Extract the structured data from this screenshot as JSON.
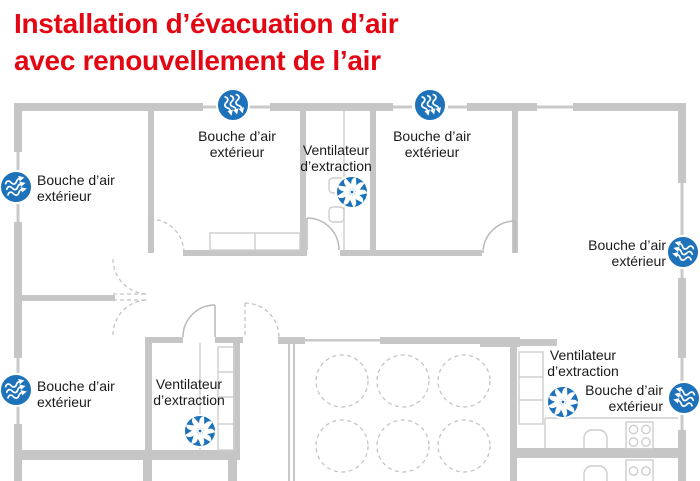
{
  "title": {
    "line1": "Installation d’évacuation d’air",
    "line2": "avec renouvellement de l’air"
  },
  "colors": {
    "title_red": "#e30613",
    "icon_blue": "#1d72ba",
    "wall_gray": "#c6c6c6",
    "label_text": "#1a1a1a"
  },
  "icons": {
    "air_inlet": "air-inlet-icon: blue circle, three white wavy lines with arrow tips (fresh-air inlet)",
    "extraction_fan": "extraction-fan-icon: blue circle with white impeller blades"
  },
  "annotations": {
    "inlet_top_left": {
      "line1": "Bouche d’air",
      "line2": "extérieur"
    },
    "inlet_top_right": {
      "line1": "Bouche d’air",
      "line2": "extérieur"
    },
    "inlet_left_upper": {
      "line1": "Bouche d’air",
      "line2": "extérieur"
    },
    "inlet_left_lower": {
      "line1": "Bouche d’air",
      "line2": "extérieur"
    },
    "inlet_right_upper": {
      "line1": "Bouche d’air",
      "line2": "extérieur"
    },
    "inlet_right_kitchen": {
      "line1": "Bouche d’air",
      "line2": "extérieur"
    },
    "fan_wc_top": {
      "line1": "Ventilateur",
      "line2": "d’extraction"
    },
    "fan_wc_bottom": {
      "line1": "Ventilateur",
      "line2": "d’extraction"
    },
    "fan_kitchen": {
      "line1": "Ventilateur",
      "line2": "d’extraction"
    }
  }
}
